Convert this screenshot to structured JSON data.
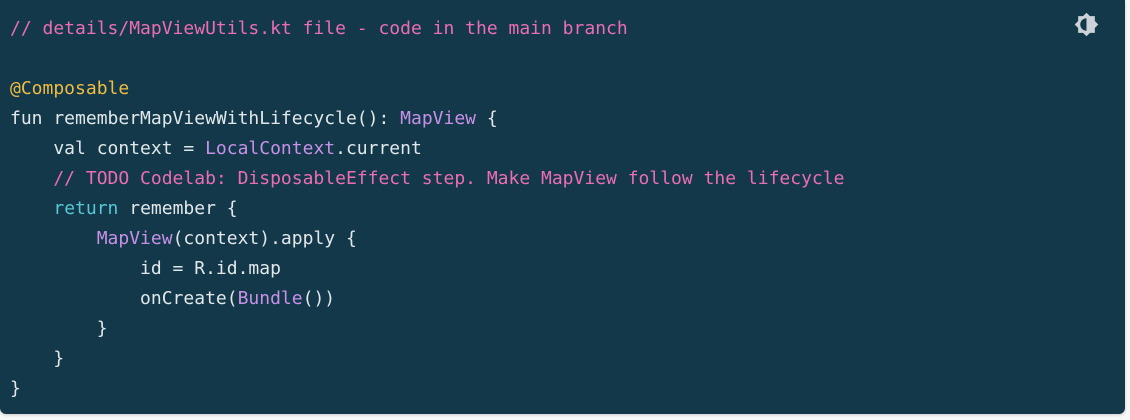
{
  "card": {
    "kind": "code-snippet-card",
    "toggle_icon": "brightness-medium",
    "colors": {
      "page-bg": "#f7f8f8",
      "card-bg": "#12384a",
      "plain": "#e2e8ea",
      "comment": "#ec6eb1",
      "annotation": "#f0bc42",
      "keyword": "#56c8d8",
      "type": "#c891e8",
      "icon": "#ccd3d8"
    }
  },
  "code": {
    "language": "kotlin",
    "lines": [
      {
        "tokens": [
          {
            "t": "// details/MapViewUtils.kt file - code in the main branch",
            "c": "comment"
          }
        ]
      },
      {
        "tokens": []
      },
      {
        "tokens": [
          {
            "t": "@Composable",
            "c": "annotation"
          }
        ]
      },
      {
        "tokens": [
          {
            "t": "fun rememberMapViewWithLifecycle(): ",
            "c": "plain"
          },
          {
            "t": "MapView",
            "c": "type"
          },
          {
            "t": " {",
            "c": "plain"
          }
        ]
      },
      {
        "tokens": [
          {
            "t": "    val context = ",
            "c": "plain"
          },
          {
            "t": "LocalContext",
            "c": "type"
          },
          {
            "t": ".current",
            "c": "plain"
          }
        ]
      },
      {
        "tokens": [
          {
            "t": "    // TODO Codelab: DisposableEffect step. Make MapView follow the lifecycle",
            "c": "comment"
          }
        ]
      },
      {
        "tokens": [
          {
            "t": "    ",
            "c": "plain"
          },
          {
            "t": "return",
            "c": "keyword"
          },
          {
            "t": " remember {",
            "c": "plain"
          }
        ]
      },
      {
        "tokens": [
          {
            "t": "        ",
            "c": "plain"
          },
          {
            "t": "MapView",
            "c": "type"
          },
          {
            "t": "(context).apply {",
            "c": "plain"
          }
        ]
      },
      {
        "tokens": [
          {
            "t": "            id = R.id.map",
            "c": "plain"
          }
        ]
      },
      {
        "tokens": [
          {
            "t": "            onCreate(",
            "c": "plain"
          },
          {
            "t": "Bundle",
            "c": "type"
          },
          {
            "t": "())",
            "c": "plain"
          }
        ]
      },
      {
        "tokens": [
          {
            "t": "        }",
            "c": "plain"
          }
        ]
      },
      {
        "tokens": [
          {
            "t": "    }",
            "c": "plain"
          }
        ]
      },
      {
        "tokens": [
          {
            "t": "}",
            "c": "plain"
          }
        ]
      }
    ]
  }
}
